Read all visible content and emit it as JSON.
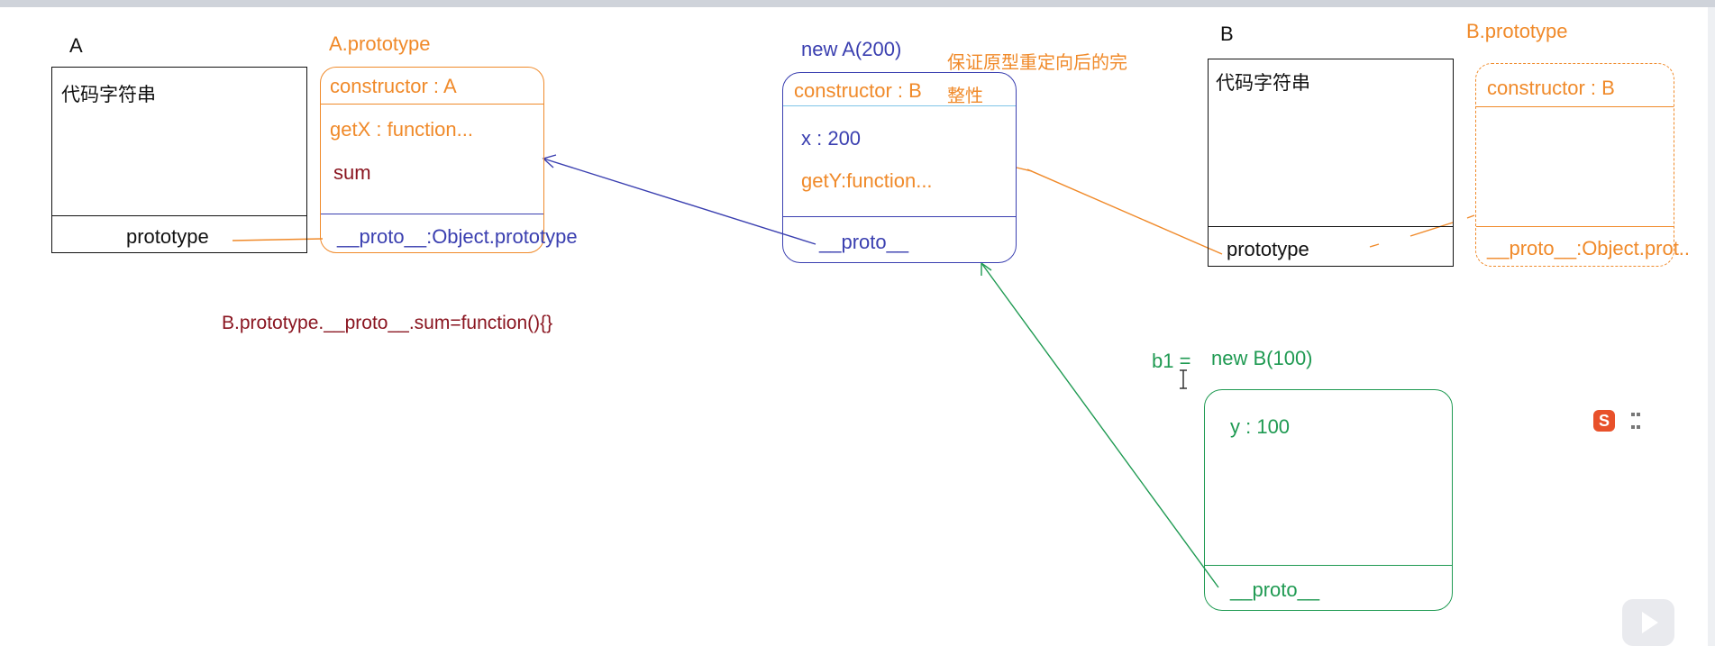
{
  "colors": {
    "black": "#111111",
    "orange": "#f08a2a",
    "blue": "#3a3fb0",
    "green": "#1f9a52",
    "maroon": "#8a1520"
  },
  "func_a": {
    "name": "A",
    "body": "代码字符串",
    "prototype_label": "prototype"
  },
  "a_prototype": {
    "title": "A.prototype",
    "constructor": "constructor : A",
    "getx": "getX : function...",
    "sum": "sum",
    "proto": "__proto__:Object.prototype"
  },
  "instance_a": {
    "title": "new A(200)",
    "constructor": "constructor : B",
    "x": "x : 200",
    "gety": "getY:function...",
    "proto": "__proto__"
  },
  "note": {
    "line1": "保证原型重定向后的完",
    "line2": "整性"
  },
  "func_b": {
    "name": "B",
    "body": "代码字符串",
    "prototype_label": "prototype"
  },
  "b_prototype": {
    "title": "B.prototype",
    "constructor": "constructor : B",
    "proto": "__proto__:Object.prot.."
  },
  "code_line": "B.prototype.__proto__.sum=function(){}",
  "instance_b": {
    "var": "b1 =",
    "title": "new B(100)",
    "y": "y : 100",
    "proto": "__proto__"
  },
  "overlay": {
    "sogou_icon": "sogou-input-icon",
    "sogou_glyph": "S",
    "play_icon": "play-icon",
    "cursor_icon": "text-cursor-icon"
  }
}
